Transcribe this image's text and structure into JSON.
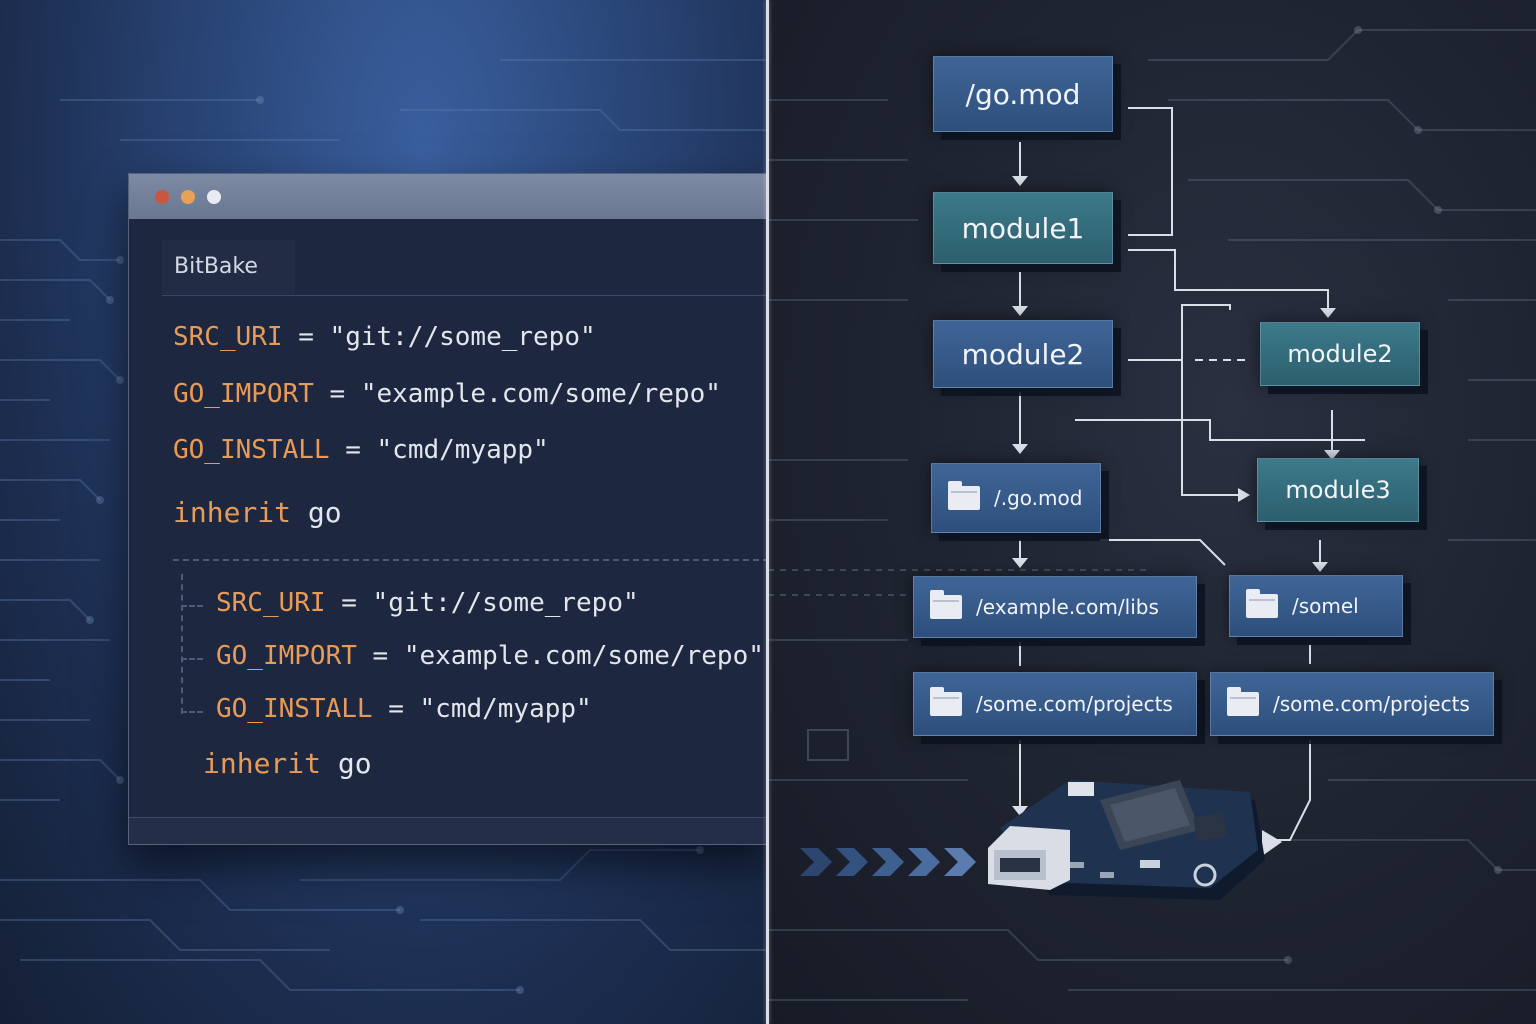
{
  "editor": {
    "window_controls": [
      "close",
      "minimize",
      "maximize"
    ],
    "tab_label": "BitBake",
    "code_lines": [
      {
        "key": "SRC_URI",
        "rest": " = \"git://some_repo\""
      },
      {
        "key": "GO_IMPORT",
        "rest": " = \"example.com/some/repo\""
      },
      {
        "key": "GO_INSTALL",
        "rest": " = \"cmd/myapp\""
      },
      {
        "key": "inherit",
        "rest": " go"
      }
    ],
    "nested_lines": [
      {
        "key": "SRC_URI",
        "rest": " = \"git://some_repo\""
      },
      {
        "key": "GO_IMPORT",
        "rest": " = \"example.com/some/repo\""
      },
      {
        "key": "GO_INSTALL",
        "rest": " = \"cmd/myapp\""
      },
      {
        "key": "inherit",
        "rest": " go"
      }
    ]
  },
  "diagram": {
    "nodes": {
      "root_gomod": "/go.mod",
      "module1": "module1",
      "module2_left": "module2",
      "module2_right": "module2",
      "module3": "module3",
      "folder_gomod": "/.go.mod",
      "folder_example_libs": "/example.com/libs",
      "folder_somel": "/somel",
      "folder_projects_left": "/some.com/projects",
      "folder_projects_right": "/some.com/projects"
    },
    "icons": [
      "folder-icon",
      "circuit-board-icon",
      "usb-port-icon",
      "chevron-arrows-icon"
    ]
  },
  "colors": {
    "keyword": "#e79b57",
    "code_text": "#e3e6ec",
    "node_blue": "#3f6597",
    "node_teal": "#3c7a8a",
    "divider": "#d8dde6"
  }
}
